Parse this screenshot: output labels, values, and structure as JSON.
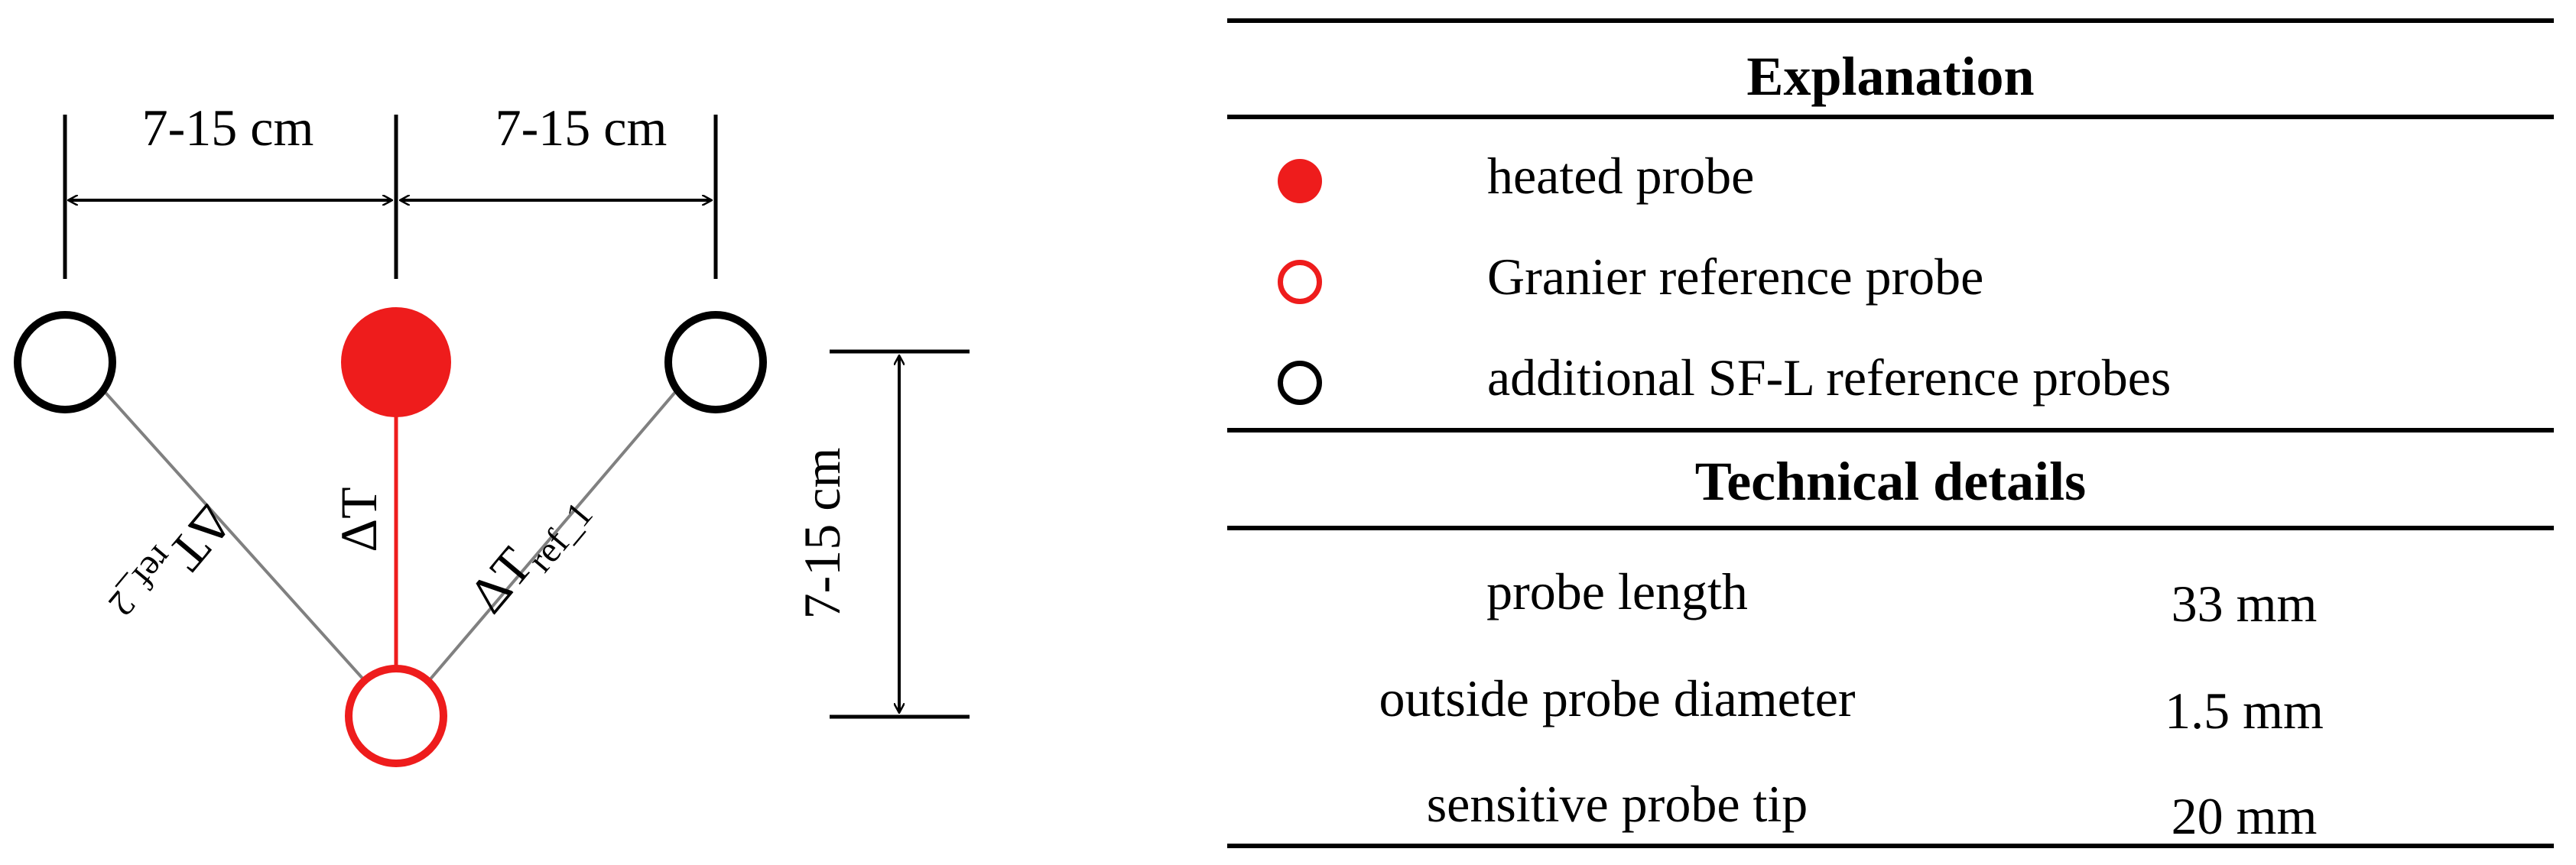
{
  "colors": {
    "accent_red": "#ee1c1c",
    "ink": "#000000",
    "connector_gray": "#808080"
  },
  "diagram": {
    "spacing_left_label": "7-15 cm",
    "spacing_right_label": "7-15 cm",
    "spacing_vertical_label": "7-15 cm",
    "delta_t_label": "ΔT",
    "ref1_base": "ΔT",
    "ref1_sub": "ref_1",
    "ref2_base": "ΔT",
    "ref2_sub": "ref_2"
  },
  "explanation": {
    "heading": "Explanation",
    "items": [
      {
        "symbol": "filled-red-circle",
        "label": "heated probe"
      },
      {
        "symbol": "open-red-circle",
        "label": "Granier reference probe"
      },
      {
        "symbol": "open-black-circle",
        "label": "additional SF-L reference probes"
      }
    ]
  },
  "technical_details": {
    "heading": "Technical details",
    "rows": [
      {
        "name": "probe length",
        "value": "33 mm"
      },
      {
        "name": "outside probe diameter",
        "value": "1.5 mm"
      },
      {
        "name": "sensitive probe tip",
        "value": "20 mm"
      }
    ]
  }
}
